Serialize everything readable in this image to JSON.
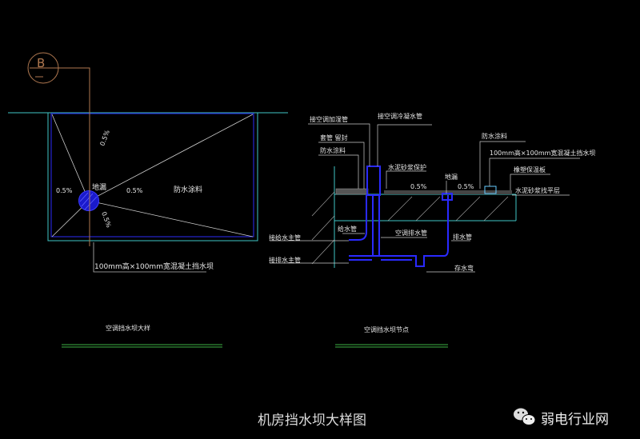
{
  "plan": {
    "grid_bubble": "B",
    "drain": "地漏",
    "slope": "0.5%",
    "coating": "防水涂料",
    "dam": "100mm高×100mm宽混凝土挡水坝",
    "caption": "空调挡水坝大样"
  },
  "section": {
    "humidifier_pipe": "接空调加湿管",
    "condensate_pipe": "接空调冷凝水管",
    "sleeve": "套管 留封",
    "coating_left": "防水涂料",
    "mortar_protect": "水泥砂浆保护",
    "drain": "地漏",
    "slope": "0.5%",
    "coating_right": "防水涂料",
    "dam": "100mm高×100mm宽混凝土挡水坝",
    "insulation": "橡塑保温板",
    "leveling": "水泥砂浆找平层",
    "supply_pipe": "给水管",
    "ac_drain_pipe": "空调排水管",
    "to_supply_main": "接给水主管",
    "to_drain_main": "接排水主管",
    "drain_pipe": "排水管",
    "trap": "存水弯",
    "caption": "空调挡水坝节点"
  },
  "title": "机房挡水坝大样图",
  "watermark": {
    "icon": "wechat-icon",
    "text": "弱电行业网"
  },
  "colors": {
    "cyan": "#3fc6c6",
    "blue": "#1a1aff",
    "brown": "#b07850",
    "green": "#3cb043",
    "white": "#e0e0e0"
  }
}
